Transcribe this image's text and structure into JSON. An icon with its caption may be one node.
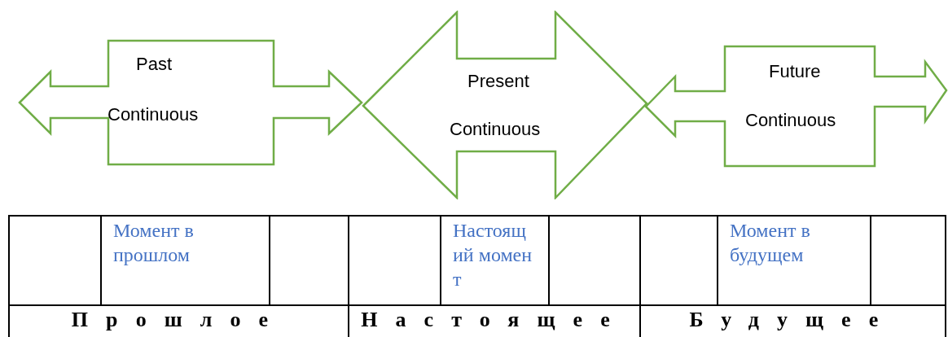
{
  "diagram": {
    "nodes": [
      {
        "text": [
          "Past",
          "Continuous"
        ]
      },
      {
        "text": [
          "Present",
          "Continuous"
        ]
      },
      {
        "text": [
          "Future",
          "Continuous"
        ]
      }
    ],
    "labels": [
      "Момент в прошлом",
      "Настоящий момент",
      "Момент в будущем",
      "Прошлое",
      "Настоящее",
      "Будущее"
    ]
  }
}
